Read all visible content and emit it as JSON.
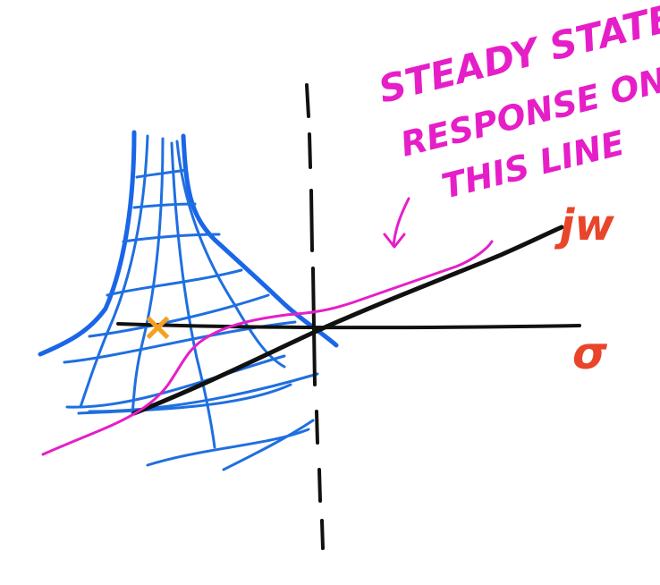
{
  "colors": {
    "background": "#ffffff",
    "axes": "#111111",
    "surface": "#1f6fe0",
    "surface_outline": "#1a66e8",
    "annotation": "#e61ec8",
    "axis_labels": "#e8452a",
    "pole_marker": "#f5a020"
  },
  "annotation": {
    "line1": "STEADY STATE",
    "line2": "RESPONSE ON",
    "line3": "THIS LINE"
  },
  "axis_labels": {
    "imaginary": "jw",
    "real": "σ"
  },
  "pole_marker": {
    "glyph": "×"
  }
}
